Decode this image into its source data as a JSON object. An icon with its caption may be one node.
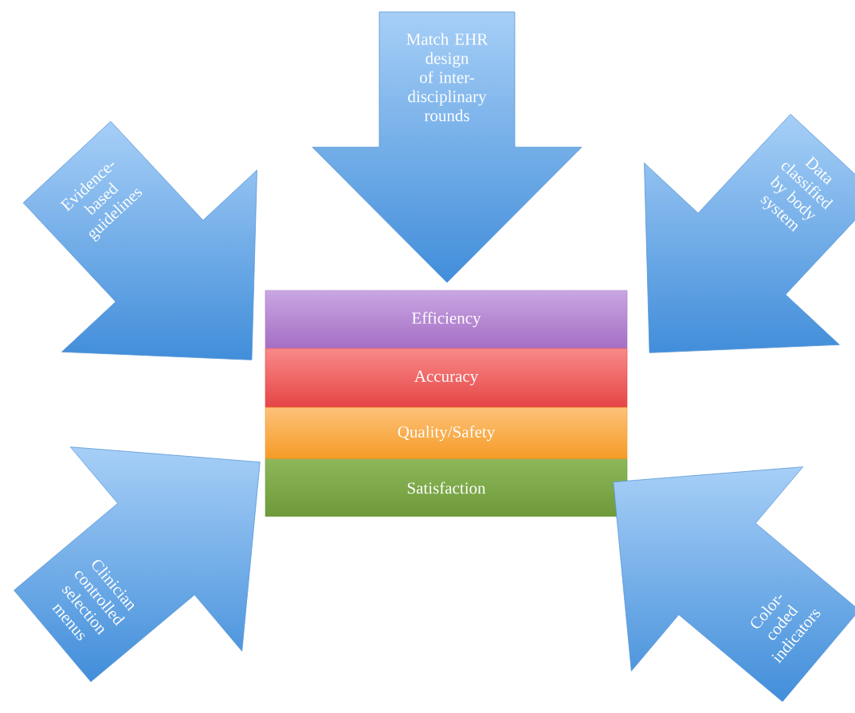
{
  "diagram": {
    "nodes": [
      {
        "text": [
          "Match EHR design of inter-disciplinary rounds"
        ]
      },
      {
        "text": [
          "Evidence-based guidelines"
        ]
      },
      {
        "text": [
          "Data classified by body system"
        ]
      },
      {
        "text": [
          "Efficiency"
        ]
      },
      {
        "text": [
          "Accuracy"
        ]
      },
      {
        "text": [
          "Quality/Safety"
        ]
      },
      {
        "text": [
          "Satisfaction"
        ]
      },
      {
        "text": [
          "Clinician controlled selection menus"
        ]
      },
      {
        "text": [
          "Color-coded indicators"
        ]
      }
    ]
  }
}
